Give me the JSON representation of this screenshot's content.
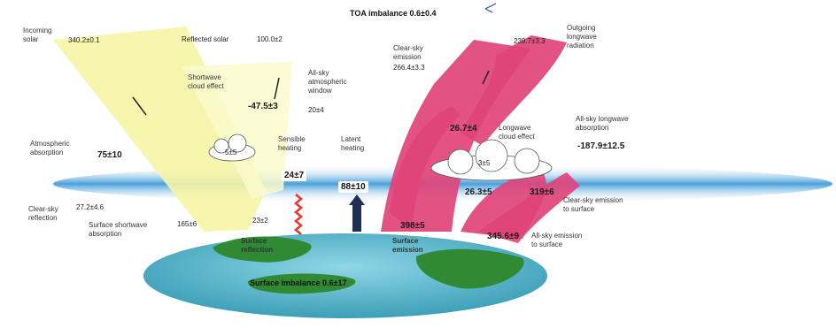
{
  "toa": {
    "label": "TOA imbalance 0.6±0.4"
  },
  "incoming": {
    "label": "Incoming\nsolar",
    "value": "340.2±0.1"
  },
  "reflected": {
    "label": "Reflected solar",
    "value": "100.0±2"
  },
  "sw_cloud": {
    "label": "Shortwave\ncloud effect",
    "value": "-47.5±3"
  },
  "atm_window": {
    "label": "All-sky\natmospheric\nwindow",
    "value": "20±4"
  },
  "atm_absorption": {
    "label": "Atmospheric\nabsorption",
    "value": "75±10"
  },
  "cloud_left": {
    "value": "5±5"
  },
  "sensible": {
    "label": "Sensible\nheating",
    "value": "24±7"
  },
  "latent": {
    "label": "Latent\nheating",
    "value": "88±10"
  },
  "clear_sky_emission": {
    "label": "Clear-sky\nemission",
    "value": "266.4±3.3"
  },
  "olr": {
    "label": "Outgoing\nlongwave\nradiation",
    "value": "239.7±3.3"
  },
  "lw_cloud": {
    "label": "Longwave\ncloud effect",
    "value": "26.7±4"
  },
  "lw_absorption": {
    "label": "All-sky longwave\nabsorption",
    "value": "-187.9±12.5"
  },
  "cloud_right": {
    "value": "3±5"
  },
  "clear_sky_reflection": {
    "label": "Clear-sky\nreflection",
    "value": "27.2±4.6"
  },
  "surface_sw_absorption": {
    "label": "Surface shortwave\nabsorption",
    "value": "165±6"
  },
  "surface_reflection": {
    "label": "Surface\nreflection",
    "value": "23±2"
  },
  "surface_emission": {
    "label": "Surface\nemission",
    "value": "398±5"
  },
  "clear_sky_emission_surface": {
    "label": "Clear-sky emission\nto surface",
    "value": "319±6",
    "value2": "26.3±5"
  },
  "all_sky_emission_surface": {
    "label": "All-sky emission\nto surface",
    "value": "345.6±9"
  },
  "surface_imbalance": {
    "label": "Surface imbalance 0.6±17"
  },
  "colors": {
    "solar": "#f4f3a0",
    "longwave": "#e0447a",
    "atmosphere": "#5fa8dd",
    "ocean": "#5ab0c9",
    "land": "#2f8a33"
  }
}
